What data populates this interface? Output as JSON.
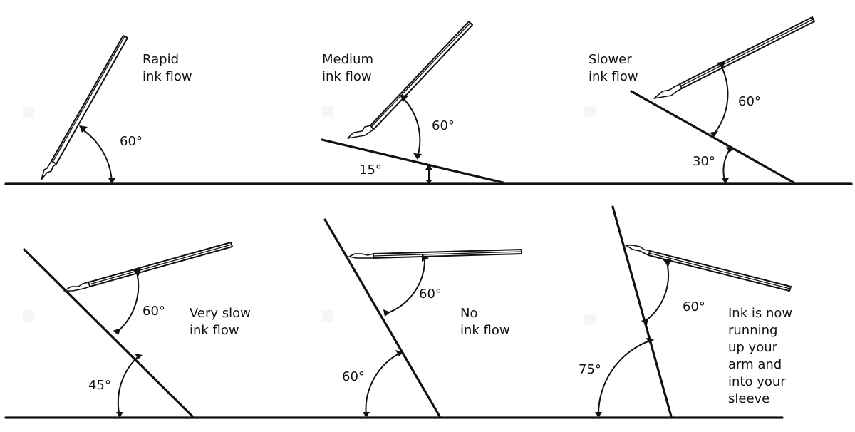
{
  "panels": [
    {
      "id": "rapid",
      "caption": [
        "Rapid",
        "ink flow"
      ],
      "paper_angle": "0°",
      "pen_angle": "60°"
    },
    {
      "id": "medium",
      "caption": [
        "Medium",
        "ink flow"
      ],
      "paper_angle": "15°",
      "pen_angle": "60°"
    },
    {
      "id": "slower",
      "caption": [
        "Slower",
        "ink flow"
      ],
      "paper_angle": "30°",
      "pen_angle": "60°"
    },
    {
      "id": "very-slow",
      "caption": [
        "Very slow",
        "ink flow"
      ],
      "paper_angle": "45°",
      "pen_angle": "60°"
    },
    {
      "id": "no",
      "caption": [
        "No",
        "ink flow"
      ],
      "paper_angle": "60°",
      "pen_angle": "60°"
    },
    {
      "id": "reverse",
      "caption": [
        "Ink is now",
        "running",
        "up your",
        "arm and",
        "into your",
        "sleeve"
      ],
      "paper_angle": "75°",
      "pen_angle": "60°"
    }
  ]
}
